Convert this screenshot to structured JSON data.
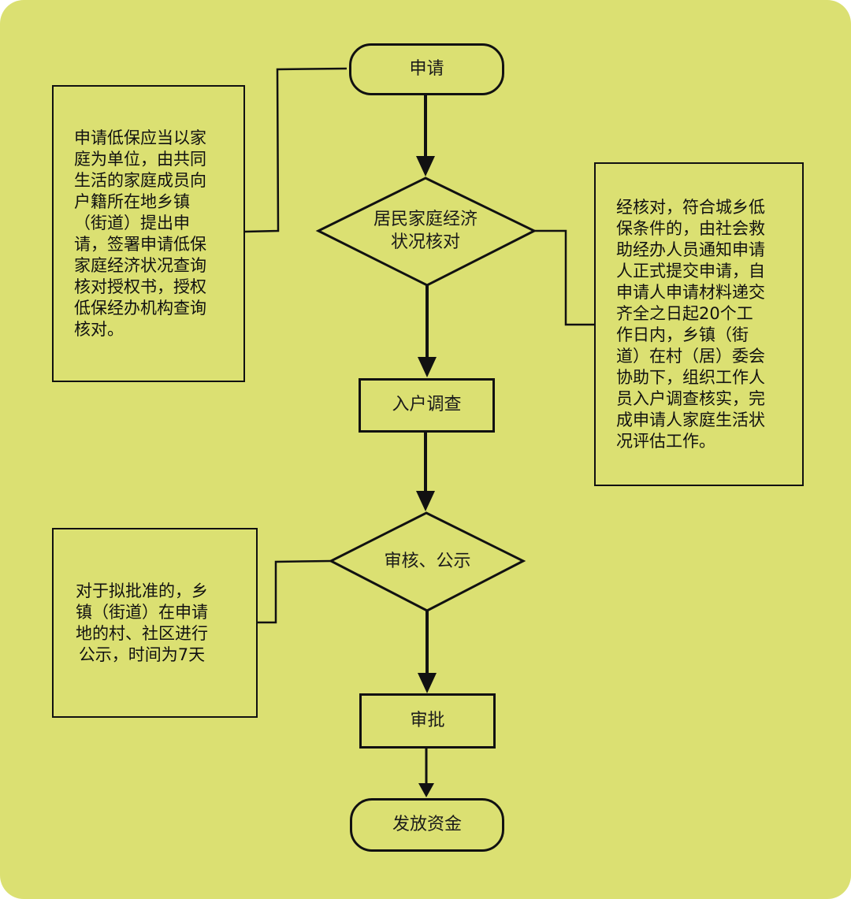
{
  "diagram": {
    "background_color": "#dbe072",
    "line_color": "#111111",
    "nodes": {
      "start": {
        "type": "terminal",
        "label": "申请"
      },
      "check": {
        "type": "decision",
        "label_lines": [
          "居民家庭经济",
          "状况核对"
        ]
      },
      "survey": {
        "type": "process",
        "label": "入户调查"
      },
      "review": {
        "type": "decision",
        "label": "审核、公示"
      },
      "approve": {
        "type": "process",
        "label": "审批"
      },
      "end": {
        "type": "terminal",
        "label": "发放资金"
      }
    },
    "notes": {
      "apply_note": {
        "attached_to": "start",
        "lines": "申请低保应当以家\n庭为单位，由共同\n生活的家庭成员向\n户籍所在地乡镇\n（街道）提出申\n请，签署申请低保\n家庭经济状况查询\n核对授权书，授权\n低保经办机构查询\n核对。"
      },
      "check_note": {
        "attached_to": "check",
        "lines": "经核对，符合城乡低\n保条件的，由社会救\n助经办人员通知申请\n人正式提交申请，自\n申请人申请材料递交\n齐全之日起20个工\n作日内，乡镇（街\n道）在村（居）委会\n协助下，组织工作人\n员入户调查核实，完\n成申请人家庭生活状\n况评估工作。"
      },
      "review_note": {
        "attached_to": "review",
        "lines": "对于拟批准的，乡\n镇（街道）在申请\n地的村、社区进行\n公示，时间为7天"
      }
    },
    "edges": [
      {
        "from": "start",
        "to": "check",
        "arrow": true
      },
      {
        "from": "check",
        "to": "survey",
        "arrow": true
      },
      {
        "from": "survey",
        "to": "review",
        "arrow": true
      },
      {
        "from": "review",
        "to": "approve",
        "arrow": true
      },
      {
        "from": "approve",
        "to": "end",
        "arrow": true
      },
      {
        "from": "start",
        "to": "apply_note",
        "arrow": false
      },
      {
        "from": "check",
        "to": "check_note",
        "arrow": false
      },
      {
        "from": "review",
        "to": "review_note",
        "arrow": false
      }
    ]
  }
}
